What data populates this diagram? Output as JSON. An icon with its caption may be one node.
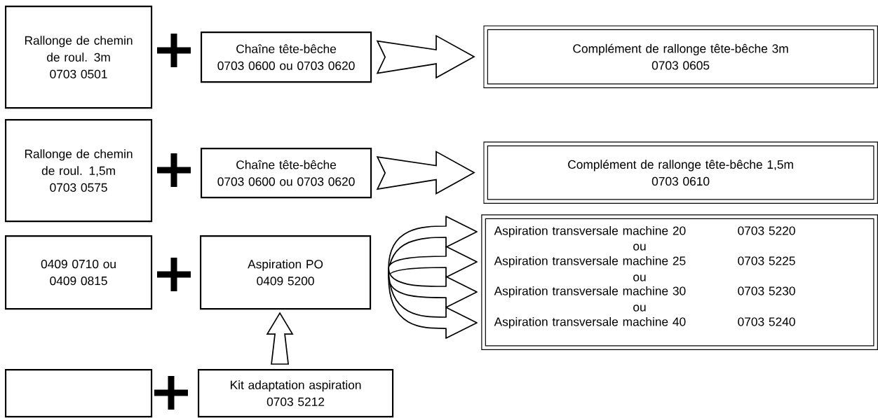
{
  "diagram": {
    "nodes": [
      {
        "text": [
          "Rallonge de chemin de roul. 3m",
          "0703 0501"
        ]
      },
      {
        "text": [
          "Chaîne tête-bêche",
          "0703 0600 ou 0703 0620"
        ]
      },
      {
        "text": [
          "Complément de rallonge tête-bêche 3m",
          "0703 0605"
        ]
      },
      {
        "text": [
          "Rallonge de chemin de roul. 1,5m",
          "0703 0575"
        ]
      },
      {
        "text": [
          "Chaîne tête-bêche",
          "0703 0600 ou 0703 0620"
        ]
      },
      {
        "text": [
          "Complément de rallonge tête-bêche 1,5m",
          "0703 0610"
        ]
      },
      {
        "text": [
          "0409 0710 ou 0409 0815"
        ]
      },
      {
        "text": [
          "Aspiration PO",
          "0409 5200"
        ]
      },
      {
        "text": [],
        "shape": "box"
      },
      {
        "text": [
          "Aspiration transversale machine 20",
          "0703 5220"
        ],
        "in": 8
      },
      {
        "text": [
          "Aspiration transversale machine 25",
          "0703 5225"
        ],
        "in": 8
      },
      {
        "text": [
          "Aspiration transversale machine 30",
          "0703 5230"
        ],
        "in": 8
      },
      {
        "text": [
          "Aspiration transversale machine 40",
          "0703 5240"
        ],
        "in": 8
      },
      {
        "text": [],
        "shape": "box"
      },
      {
        "text": [
          "Kit adaptation aspiration",
          "0703 5212"
        ]
      }
    ],
    "edges": [
      {
        "from": 1,
        "to": 2,
        "arrow": "to"
      },
      {
        "from": 4,
        "to": 5,
        "arrow": "to"
      },
      {
        "from": 7,
        "to": 9,
        "arrow": "to"
      },
      {
        "from": 7,
        "to": 10,
        "arrow": "to"
      },
      {
        "from": 7,
        "to": 11,
        "arrow": "to"
      },
      {
        "from": 7,
        "to": 12,
        "arrow": "to"
      },
      {
        "from": 14,
        "to": 7,
        "arrow": "to"
      }
    ],
    "labels": [
      "ou",
      "ou",
      "ou"
    ]
  }
}
